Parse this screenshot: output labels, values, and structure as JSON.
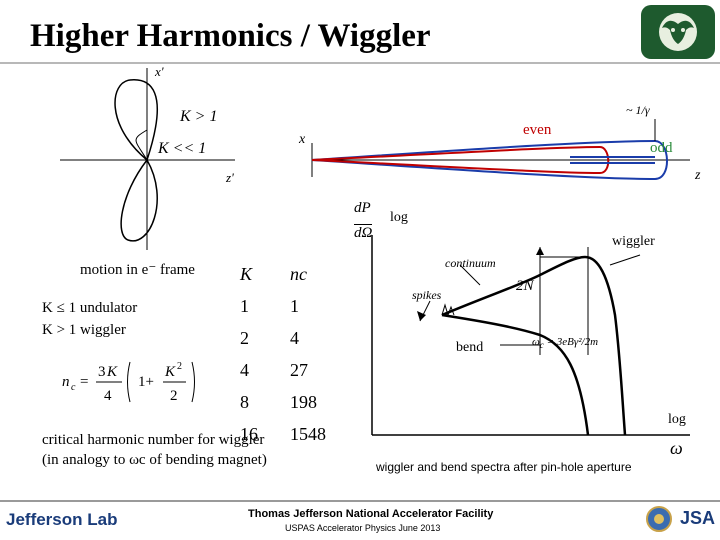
{
  "slide": {
    "title": "Higher Harmonics / Wiggler"
  },
  "left_diagram": {
    "axis_x_prime": "x'",
    "axis_z_prime": "z'",
    "label_k_gt_1": "K > 1",
    "label_k_ll_1": "K << 1"
  },
  "beam_diagram": {
    "axis_x": "x",
    "axis_z": "z",
    "even_label": "even",
    "odd_label": "odd",
    "gamma_note": "~ 1/γ",
    "colors": {
      "even": "#c00000",
      "odd": "#1a3caa"
    }
  },
  "text": {
    "motion_frame": "motion in e⁻ frame",
    "undulator_line": "K ≤ 1 undulator",
    "wiggler_line": "K > 1 wiggler",
    "critical_line": "critical harmonic number for wiggler",
    "analogy_line": "(in analogy to ωc of bending magnet)"
  },
  "table": {
    "headers": [
      "K",
      "nc"
    ],
    "rows": [
      [
        "1",
        "1"
      ],
      [
        "2",
        "4"
      ],
      [
        "4",
        "27"
      ],
      [
        "8",
        "198"
      ],
      [
        "16",
        "1548"
      ]
    ]
  },
  "spectrum": {
    "ylabel_top": "dP",
    "ylabel_bottom": "dΩ",
    "log_y": "log",
    "log_x": "log",
    "xlabel": "ω",
    "wiggler_label": "wiggler",
    "continuum_label": "continuum",
    "spikes_label": "spikes",
    "twoN_label": "2N",
    "bend_label": "bend",
    "caption": "wiggler and bend spectra after pin-hole aperture"
  },
  "footer": {
    "lab_name": "Jefferson Lab",
    "facility": "Thomas Jefferson National Accelerator Facility",
    "course": "USPAS Accelerator Physics June 2013",
    "jsa": "JSA"
  }
}
